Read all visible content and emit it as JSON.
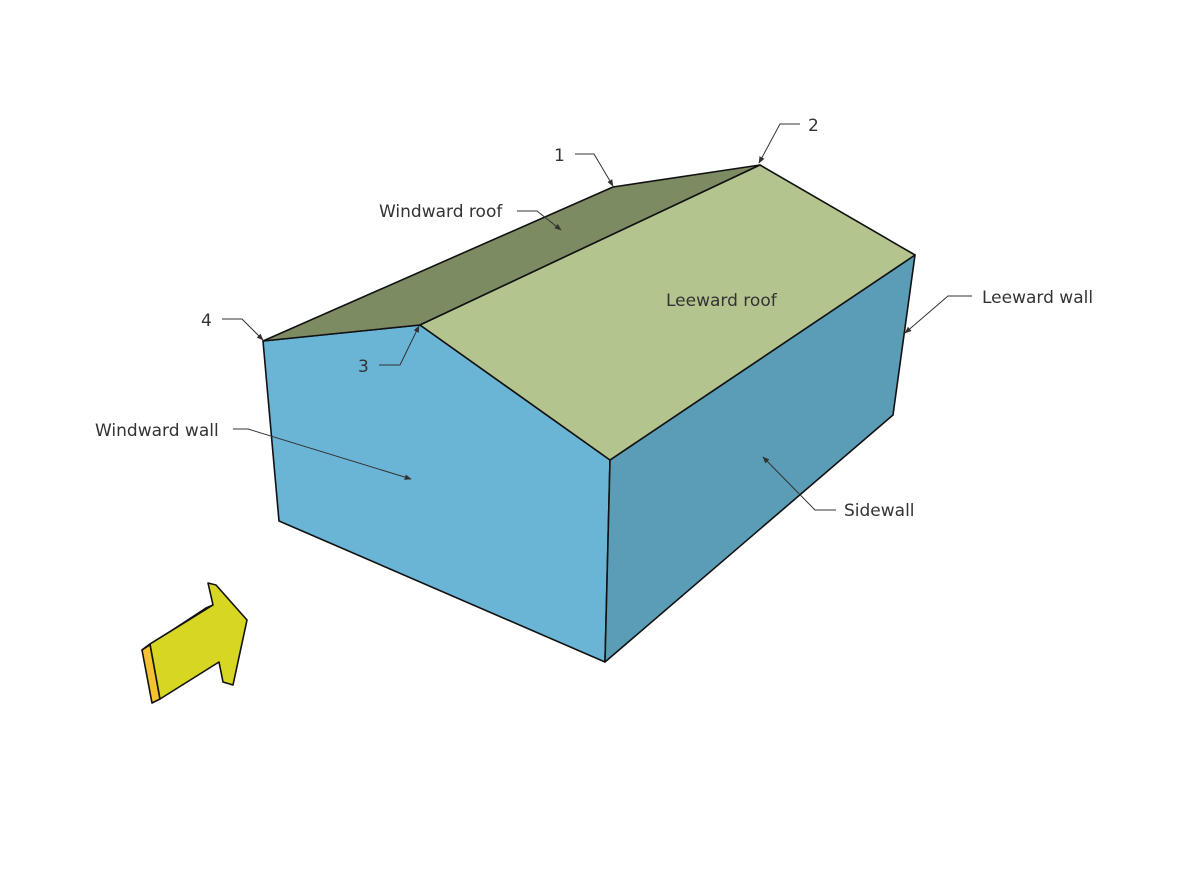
{
  "labels": {
    "windward_roof": "Windward roof",
    "leeward_roof": "Leeward roof",
    "leeward_wall": "Leeward wall",
    "windward_wall": "Windward wall",
    "sidewall": "Sidewall",
    "corner_1": "1",
    "corner_2": "2",
    "corner_3": "3",
    "corner_4": "4"
  },
  "colors": {
    "windward_roof": "#7d8b62",
    "leeward_roof": "#b3c48f",
    "windward_wall": "#6ab5d5",
    "sidewall": "#5b9cb7",
    "arrow_face": "#d6d623",
    "arrow_side": "#f2c230"
  },
  "icons": {
    "wind_direction": "wind-arrow-icon"
  }
}
